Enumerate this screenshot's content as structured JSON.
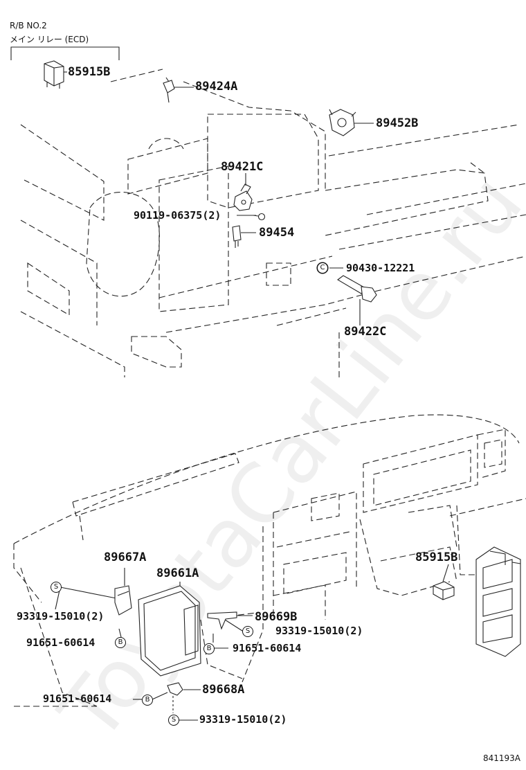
{
  "header": {
    "relay_box_line1": "R/B NO.2",
    "relay_box_line2": "メイン リレー (ECD)"
  },
  "labels": {
    "p85915B_top": "85915B",
    "p89424A": "89424A",
    "p89452B": "89452B",
    "p89421C": "89421C",
    "p90119": "90119-06375(2)",
    "p89454": "89454",
    "p90430": "90430-12221",
    "p89422C": "89422C",
    "p89667A": "89667A",
    "p89661A": "89661A",
    "p85915B_bottom": "85915B",
    "p93319_left": "93319-15010(2)",
    "p91651_left": "91651-60614",
    "p89669B": "89669B",
    "p93319_mid": "93319-15010(2)",
    "p91651_mid": "91651-60614",
    "p89668A": "89668A",
    "p91651_bottom": "91651-60614",
    "p93319_bottom": "93319-15010(2)"
  },
  "badges": {
    "screw": "S",
    "bolt": "B",
    "clip": "C"
  },
  "figure_code": "841193A",
  "watermark": "ToyotaCarLine.ru"
}
